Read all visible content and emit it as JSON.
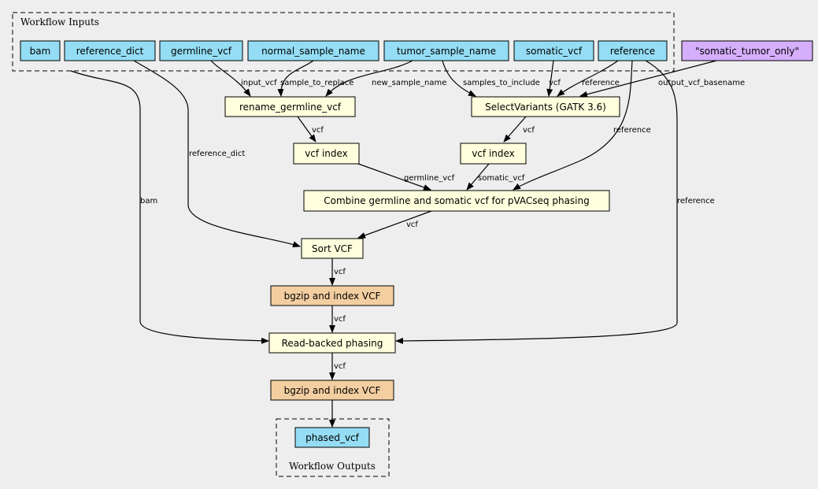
{
  "colors": {
    "background": "#eeeeee",
    "input": "#94ddf4",
    "step": "#ffffdd",
    "tool": "#f3cea1",
    "constant": "#d5aefc"
  },
  "clusters": {
    "inputs_title": "Workflow Inputs",
    "outputs_title": "Workflow Outputs"
  },
  "nodes": {
    "bam": "bam",
    "reference_dict": "reference_dict",
    "germline_vcf": "germline_vcf",
    "normal_sample_name": "normal_sample_name",
    "tumor_sample_name": "tumor_sample_name",
    "somatic_vcf": "somatic_vcf",
    "reference": "reference",
    "somatic_tumor_only": "\"somatic_tumor_only\"",
    "rename_germline_vcf": "rename_germline_vcf",
    "select_variants": "SelectVariants (GATK 3.6)",
    "vcf_index_1": "vcf index",
    "vcf_index_2": "vcf index",
    "combine": "Combine germline and somatic vcf for pVACseq phasing",
    "sort_vcf": "Sort VCF",
    "bgzip_1": "bgzip and index VCF",
    "read_backed_phasing": "Read-backed phasing",
    "bgzip_2": "bgzip and index VCF",
    "phased_vcf": "phased_vcf"
  },
  "edge_labels": {
    "input_vcf": "input_vcf",
    "sample_to_replace": "sample_to_replace",
    "new_sample_name": "new_sample_name",
    "samples_to_include": "samples_to_include",
    "sv_vcf": "vcf",
    "sv_reference": "reference",
    "output_vcf_basename": "output_vcf_basename",
    "rename_vcf": "vcf",
    "select_vcf": "vcf",
    "combine_reference": "reference",
    "reference_dict": "reference_dict",
    "germline_vcf": "germline_vcf",
    "somatic_vcf": "somatic_vcf",
    "bam": "bam",
    "rbp_reference": "reference",
    "combine_vcf": "vcf",
    "sort_vcf": "vcf",
    "bgzip_vcf": "vcf",
    "rbp_vcf": "vcf"
  }
}
